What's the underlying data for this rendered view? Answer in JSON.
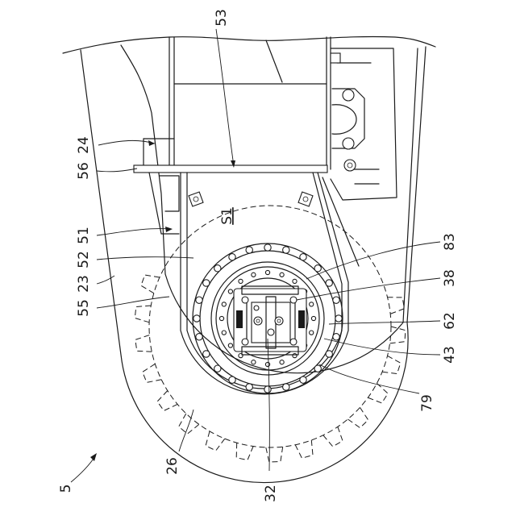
{
  "labels": {
    "l5": "5",
    "l23": "23",
    "l24": "24",
    "l26": "26",
    "l32": "32",
    "l38": "38",
    "l43": "43",
    "l51": "51",
    "l52": "52",
    "l53": "53",
    "l55": "55",
    "l56": "56",
    "l62": "62",
    "l79": "79",
    "l83": "83",
    "lS1": "S1"
  }
}
